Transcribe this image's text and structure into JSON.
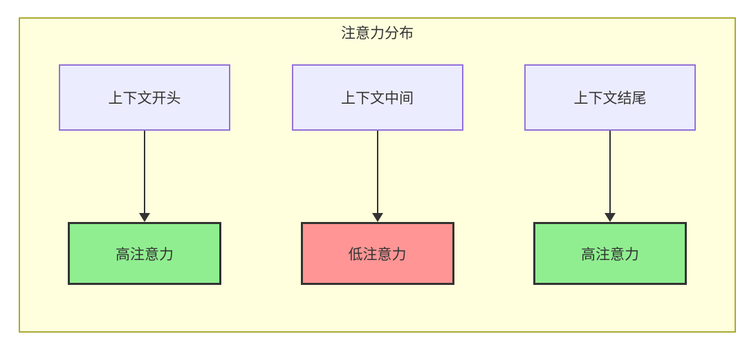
{
  "diagram": {
    "title": "注意力分布",
    "columns": [
      {
        "source": "上下文开头",
        "target": "高注意力",
        "level": "high"
      },
      {
        "source": "上下文中间",
        "target": "低注意力",
        "level": "low"
      },
      {
        "source": "上下文结尾",
        "target": "高注意力",
        "level": "high"
      }
    ],
    "colors": {
      "panel_bg": "#ffffde",
      "panel_border": "#aaaa33",
      "source_bg": "#ececff",
      "source_border": "#9370db",
      "high_bg": "#90ee90",
      "low_bg": "#ff9595",
      "target_border": "#333333",
      "arrow_color": "#333333",
      "text": "#333333"
    }
  }
}
